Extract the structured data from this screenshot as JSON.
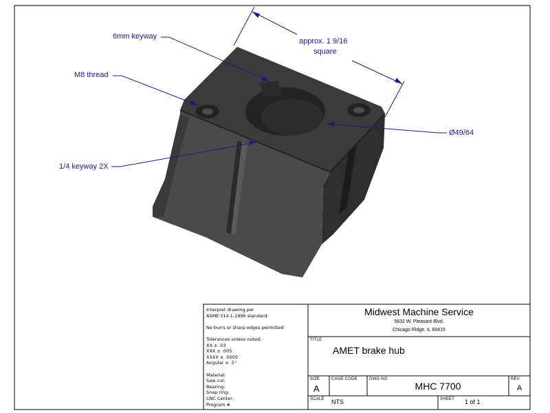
{
  "callouts": {
    "keyway": "6mm keyway",
    "thread": "M8 thread",
    "square_line1": "approx. 1 9/16",
    "square_line2": "square",
    "diameter": "Ø49/64",
    "keyway_2x": "1/4 keyway 2X"
  },
  "notes": {
    "interpret_1": "Interpret drawing per",
    "interpret_2": "ASME Y14.1-1996 standard",
    "burrs": "No burrs or sharp edges permitted",
    "tol_heading": "Tolerances unless noted:",
    "tol_xx": "XX ± .03",
    "tol_xxx": "XXX ± .005",
    "tol_xxxx": "XXXX ± .0005",
    "tol_angular": "Angular ± .5°",
    "material": "Material:",
    "saw_cut": "Saw cut:",
    "bearing": "Bearing:",
    "snap_ring": "Snap ring:",
    "cnc_center": "CNC Center:",
    "program": "Program #"
  },
  "title_block": {
    "company": "Midwest Machine Service",
    "address_1": "5632 W. Pleasant Blvd.",
    "address_2": "Chicago Ridge, IL 60415",
    "title_label": "TITLE",
    "title": "AMET brake hub",
    "size_label": "SIZE",
    "size": "A",
    "cage_label": "CAGE CODE",
    "dwg_label": "DWG NO",
    "dwg_no": "MHC 7700",
    "rev_label": "REV",
    "rev": "A",
    "scale_label": "SCALE",
    "scale": "NTS",
    "sheet_label": "SHEET",
    "sheet": "1 of 1"
  },
  "colors": {
    "leader": "#1a1a8a",
    "part_top": "#3d3d3d",
    "part_side": "#4c4c4c",
    "part_dark": "#262626",
    "border": "#000000"
  }
}
